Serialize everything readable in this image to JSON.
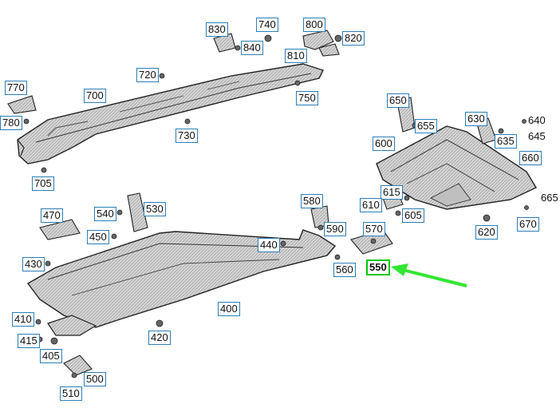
{
  "callouts": {
    "c830": "830",
    "c740": "740",
    "c800": "800",
    "c840": "840",
    "c820": "820",
    "c810": "810",
    "c720": "720",
    "c770": "770",
    "c700": "700",
    "c750": "750",
    "c780": "780",
    "c730": "730",
    "c705": "705",
    "c650": "650",
    "c630": "630",
    "c640": "640",
    "c655": "655",
    "c645": "645",
    "c635": "635",
    "c600": "600",
    "c660": "660",
    "c615": "615",
    "c610": "610",
    "c605": "605",
    "c665": "665",
    "c620": "620",
    "c670": "670",
    "c470": "470",
    "c540": "540",
    "c530": "530",
    "c580": "580",
    "c450": "450",
    "c590": "590",
    "c570": "570",
    "c440": "440",
    "c430": "430",
    "c550": "550",
    "c560": "560",
    "c410": "410",
    "c415": "415",
    "c405": "405",
    "c400": "400",
    "c420": "420",
    "c500": "500",
    "c510": "510"
  },
  "pointer": {
    "color": "#33e633",
    "target": "550"
  },
  "colors": {
    "callout_border": "#2a7fb8",
    "highlight_border": "#00c800"
  }
}
